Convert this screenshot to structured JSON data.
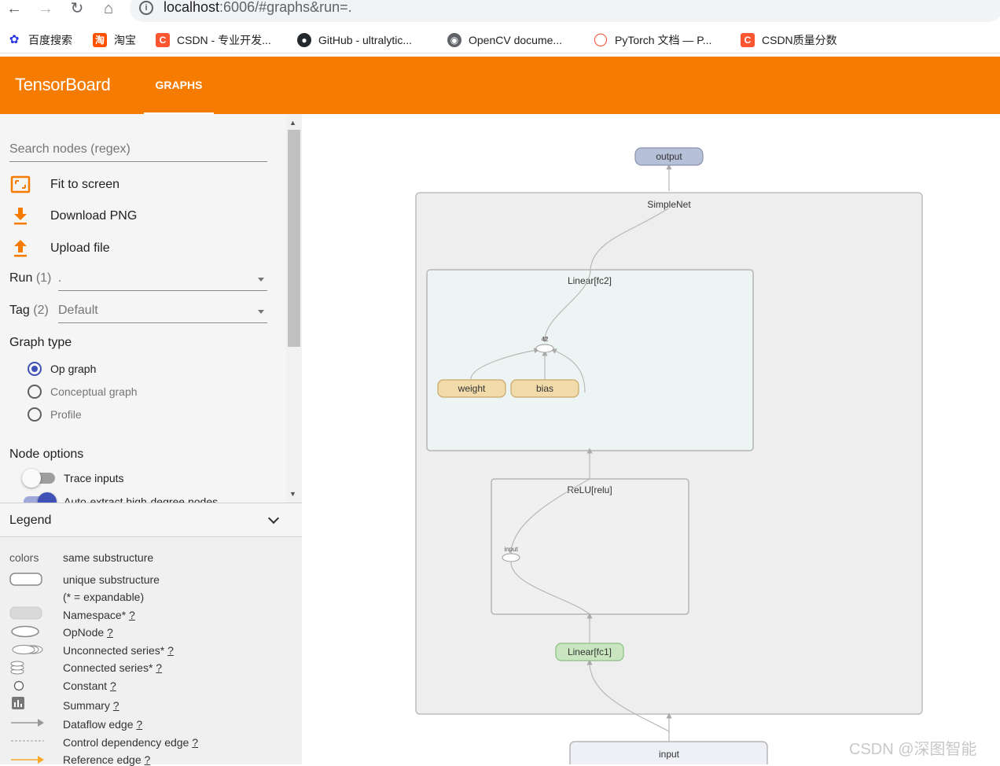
{
  "browser": {
    "url_host": "localhost",
    "url_rest": ":6006/#graphs&run=.",
    "bookmarks": [
      {
        "label": "百度搜索",
        "icon": "baidu-icon"
      },
      {
        "label": "淘宝",
        "icon": "taobao-icon"
      },
      {
        "label": "CSDN - 专业开发...",
        "icon": "csdn-icon"
      },
      {
        "label": "GitHub - ultralytic...",
        "icon": "github-icon"
      },
      {
        "label": "OpenCV docume...",
        "icon": "globe-icon"
      },
      {
        "label": "PyTorch 文档 — P...",
        "icon": "pytorch-icon"
      },
      {
        "label": "CSDN质量分数",
        "icon": "csdn-icon"
      }
    ]
  },
  "header": {
    "title": "TensorBoard",
    "tab": "GRAPHS",
    "color": "#f57c00"
  },
  "sidebar": {
    "search_placeholder": "Search nodes (regex)",
    "actions": {
      "fit": "Fit to screen",
      "download": "Download PNG",
      "upload": "Upload file"
    },
    "run": {
      "label": "Run",
      "count": "(1)",
      "value": "."
    },
    "tag": {
      "label": "Tag",
      "count": "(2)",
      "value": "Default"
    },
    "graph_type": {
      "title": "Graph type",
      "options": [
        "Op graph",
        "Conceptual graph",
        "Profile"
      ],
      "selected": "Op graph"
    },
    "node_options": {
      "title": "Node options",
      "trace_inputs": "Trace inputs",
      "auto_extract": "Auto-extract high-degree nodes"
    }
  },
  "legend": {
    "title": "Legend",
    "colors_label": "colors",
    "same_substructure": "same substructure",
    "unique_substructure": "unique substructure",
    "expandable_note": "(* = expandable)",
    "items": {
      "namespace": "Namespace*",
      "opnode": "OpNode",
      "unconnected": "Unconnected series*",
      "connected": "Connected series*",
      "constant": "Constant",
      "summary": "Summary",
      "dataflow": "Dataflow edge",
      "control": "Control dependency edge",
      "reference": "Reference edge"
    },
    "help": "?"
  },
  "graph": {
    "nodes": {
      "output": "output",
      "simplenet": "SimpleNet",
      "fc2": "Linear[fc2]",
      "weight": "weight",
      "bias": "bias",
      "op42": "42",
      "relu": "ReLU[relu]",
      "relu_input": "input",
      "fc1": "Linear[fc1]",
      "input": "input"
    }
  },
  "watermark": "CSDN @深图智能"
}
